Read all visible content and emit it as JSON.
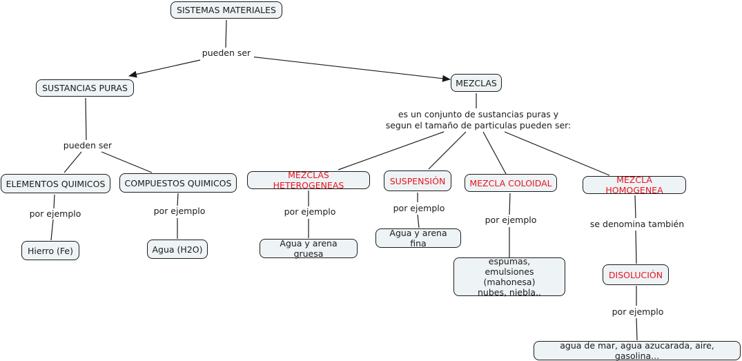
{
  "concepts": {
    "sistemas_materiales": "SISTEMAS MATERIALES",
    "sustancias_puras": "SUSTANCIAS PURAS",
    "mezclas": "MEZCLAS",
    "elementos_quimicos": "ELEMENTOS QUIMICOS",
    "compuestos_quimicos": "COMPUESTOS QUIMICOS",
    "hierro": "Hierro (Fe)",
    "agua_h2o": "Agua (H2O)",
    "mezclas_heterogeneas": "MEZCLAS HETEROGENEAS",
    "suspension": "SUSPENSIÓN",
    "mezcla_coloidal": "MEZCLA COLOIDAL",
    "mezcla_homogenea": "MEZCLA HOMOGENEA",
    "agua_arena_gruesa": "Agua y arena gruesa",
    "agua_arena_fina": "Agua y arena fina",
    "espumas": "espumas,\nemulsiones (mahonesa)\nnubes, niebla..",
    "disolucion": "DISOLUCIÓN",
    "ejemplos_disolucion": "agua de mar, agua azucarada, aire, gasolina..."
  },
  "linking_phrases": {
    "pueden_ser_1": "pueden ser",
    "pueden_ser_2": "pueden ser",
    "conjunto": "es un conjunto de sustancias puras y\nsegun el tamaño de particulas pueden ser:",
    "por_ejemplo_elem": "por ejemplo",
    "por_ejemplo_comp": "por ejemplo",
    "por_ejemplo_het": "por ejemplo",
    "por_ejemplo_susp": "por ejemplo",
    "por_ejemplo_col": "por ejemplo",
    "se_denomina": "se denomina también",
    "por_ejemplo_dis": "por ejemplo"
  },
  "colors": {
    "node_fill": "#eef3f5",
    "highlight_text": "#e8141e",
    "line": "#1a1a1a"
  }
}
